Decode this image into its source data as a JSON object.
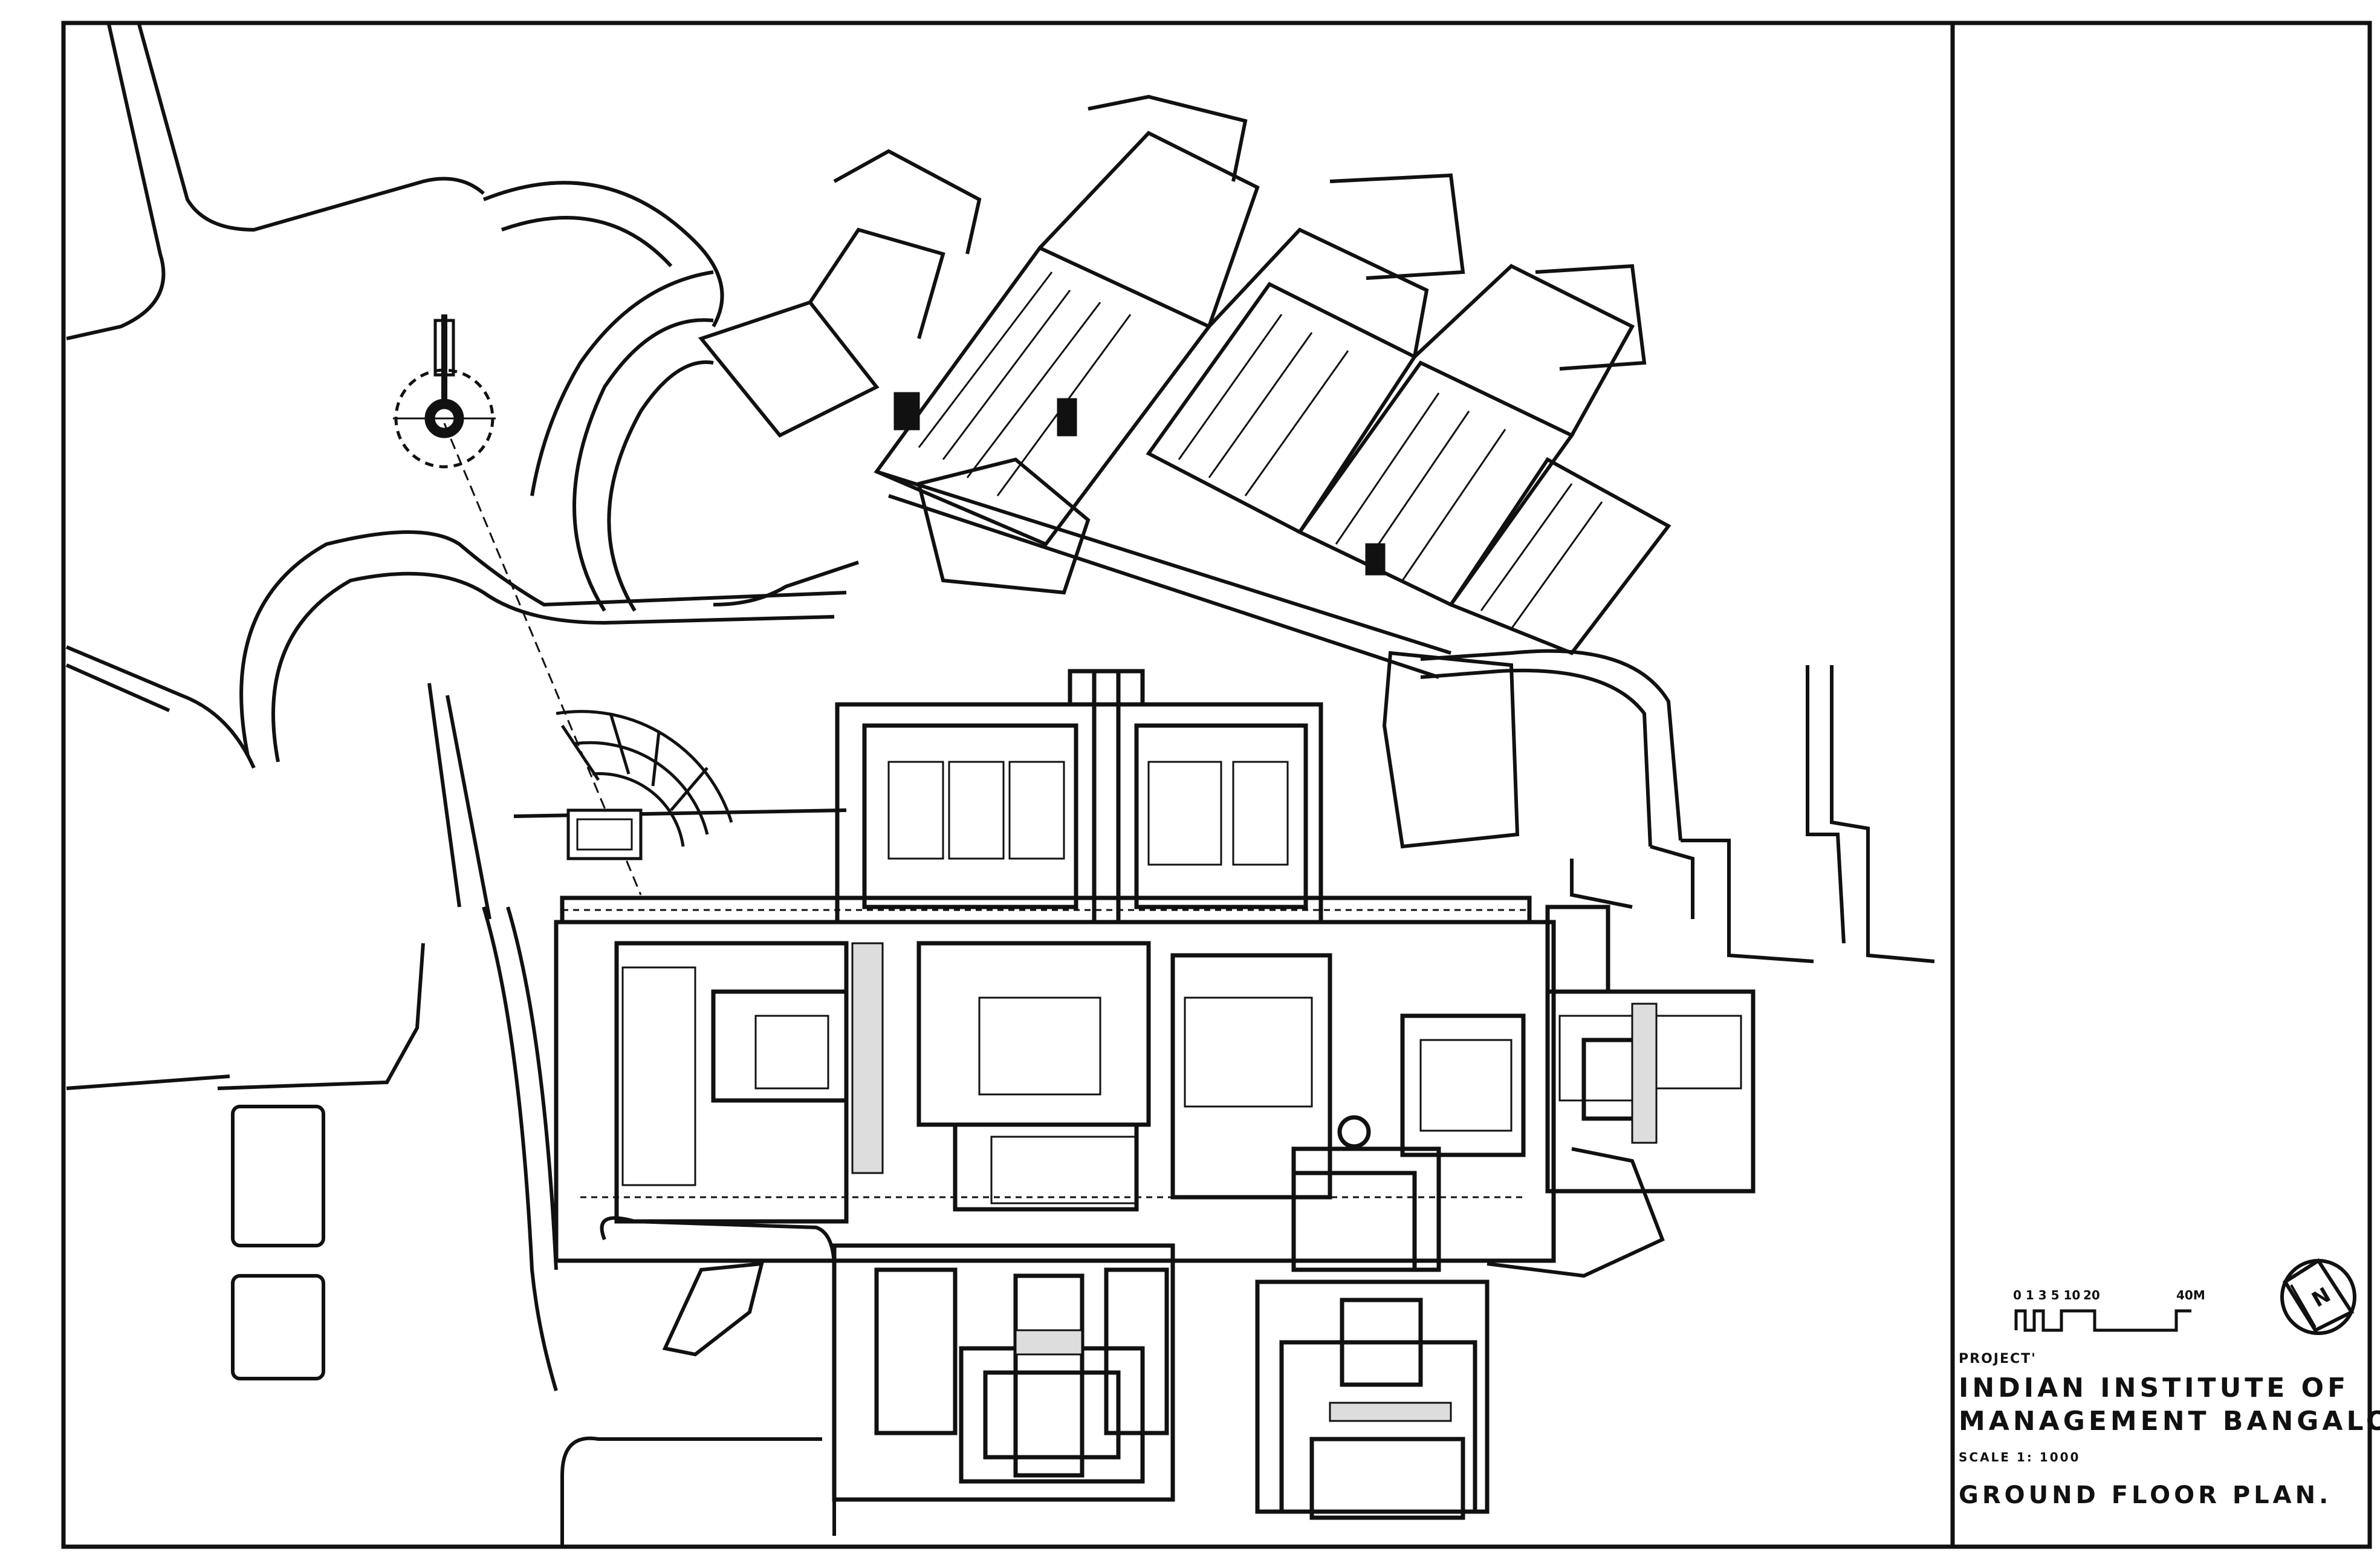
{
  "title_block": {
    "project_label": "PROJECT'",
    "title_line1": "INDIAN INSTITUTE OF",
    "title_line2": "MANAGEMENT BANGALORE.",
    "scale_text": "SCALE 1: 1000",
    "drawing_title": "GROUND FLOOR PLAN."
  },
  "scale_bar": {
    "ticks": [
      "0 1 3 5 10",
      "20",
      "40M"
    ]
  },
  "north_arrow": {
    "label": "N"
  },
  "colors": {
    "ink": "#111111",
    "paper": "#ffffff"
  }
}
